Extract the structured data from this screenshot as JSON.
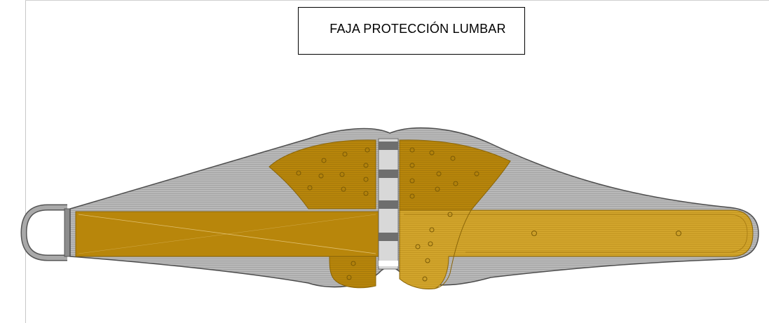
{
  "title": "FAJA PROTECCIÓN LUMBAR",
  "colors": {
    "belt_fabric": "#b8b8b8",
    "belt_outline": "#555555",
    "support_pads": "#b8860b",
    "strap": "#b8860b",
    "strap_light": "#d4a62a",
    "stays": "#6e6e6e",
    "ring": "#8a8a8a"
  },
  "icons": {
    "ring": "d-ring-buckle",
    "eyelets": "rivet-holes"
  }
}
